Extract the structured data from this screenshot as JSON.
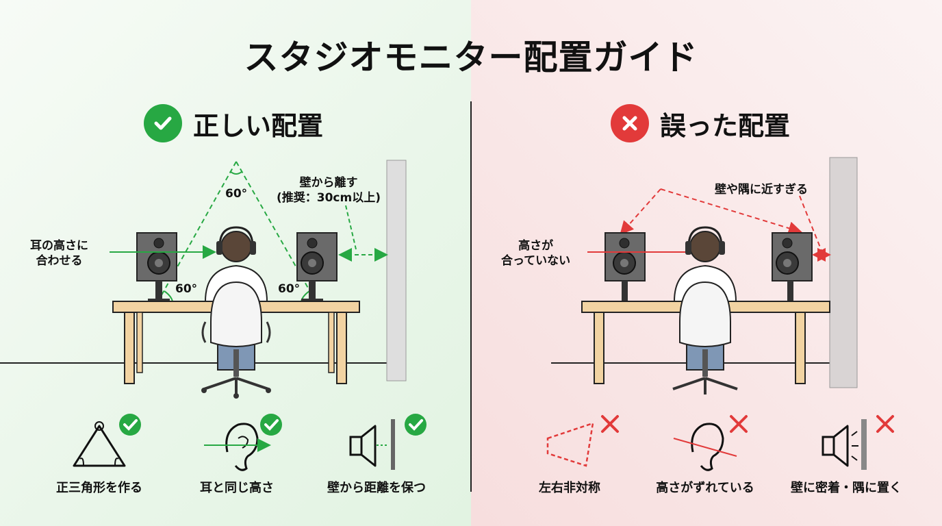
{
  "title": "スタジオモニター配置ガイド",
  "correct": {
    "heading": "正しい配置",
    "angle_top": "60°",
    "angle_left": "60°",
    "angle_right": "60°",
    "ear_label": "耳の高さに\n合わせる",
    "wall_label": "壁から離す\n(推奨：30cm以上)",
    "icons": [
      {
        "caption": "正三角形を作る",
        "icon": "triangle-icon",
        "status": "check"
      },
      {
        "caption": "耳と同じ高さ",
        "icon": "ear-icon",
        "status": "check"
      },
      {
        "caption": "壁から距離を保つ",
        "icon": "speaker-distance-icon",
        "status": "check"
      }
    ]
  },
  "wrong": {
    "heading": "誤った配置",
    "height_label": "高さが\n合っていない",
    "wall_label": "壁や隅に近すぎる",
    "icons": [
      {
        "caption": "左右非対称",
        "icon": "asymmetric-triangle-icon",
        "status": "cross"
      },
      {
        "caption": "高さがずれている",
        "icon": "ear-misaligned-icon",
        "status": "cross"
      },
      {
        "caption": "壁に密着・隅に置く",
        "icon": "speaker-wall-icon",
        "status": "cross"
      }
    ]
  },
  "colors": {
    "correct": "#27a843",
    "wrong": "#e23a3a",
    "desk": "#f2d3a2",
    "speaker": "#5e5e5e"
  }
}
